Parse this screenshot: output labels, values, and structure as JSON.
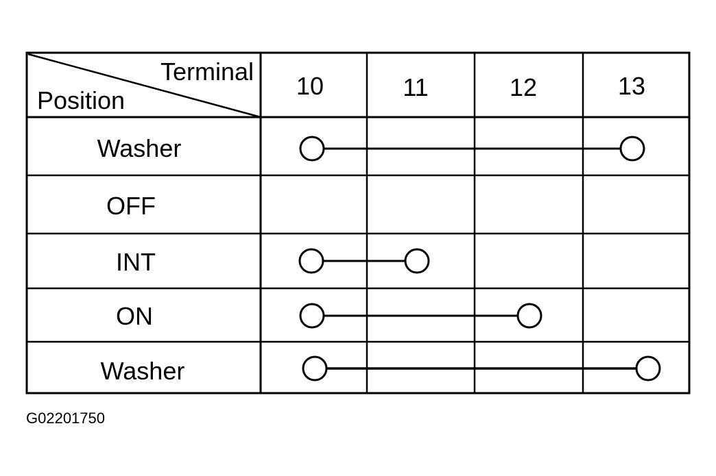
{
  "table": {
    "header": {
      "corner_top": "Terminal",
      "corner_bottom": "Position",
      "terminals": [
        "10",
        "11",
        "12",
        "13"
      ]
    },
    "rows": [
      {
        "position": "Washer",
        "connected": [
          "10",
          "13"
        ]
      },
      {
        "position": "OFF",
        "connected": []
      },
      {
        "position": "INT",
        "connected": [
          "10",
          "11"
        ]
      },
      {
        "position": "ON",
        "connected": [
          "10",
          "12"
        ]
      },
      {
        "position": "Washer",
        "connected": [
          "10",
          "13"
        ]
      }
    ]
  },
  "figure_code": "G02201750",
  "colors": {
    "line": "#000000",
    "background": "#ffffff"
  }
}
